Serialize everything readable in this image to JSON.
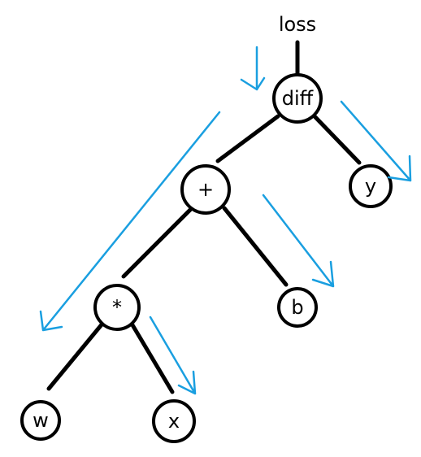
{
  "diagram": {
    "root_label": "loss",
    "nodes": {
      "diff": "diff",
      "plus": "+",
      "y": "y",
      "mult": "*",
      "b": "b",
      "w": "w",
      "x": "x"
    },
    "colors": {
      "edges": "#000000",
      "arrows": "#1a9fe0",
      "node_fill": "#ffffff"
    }
  }
}
